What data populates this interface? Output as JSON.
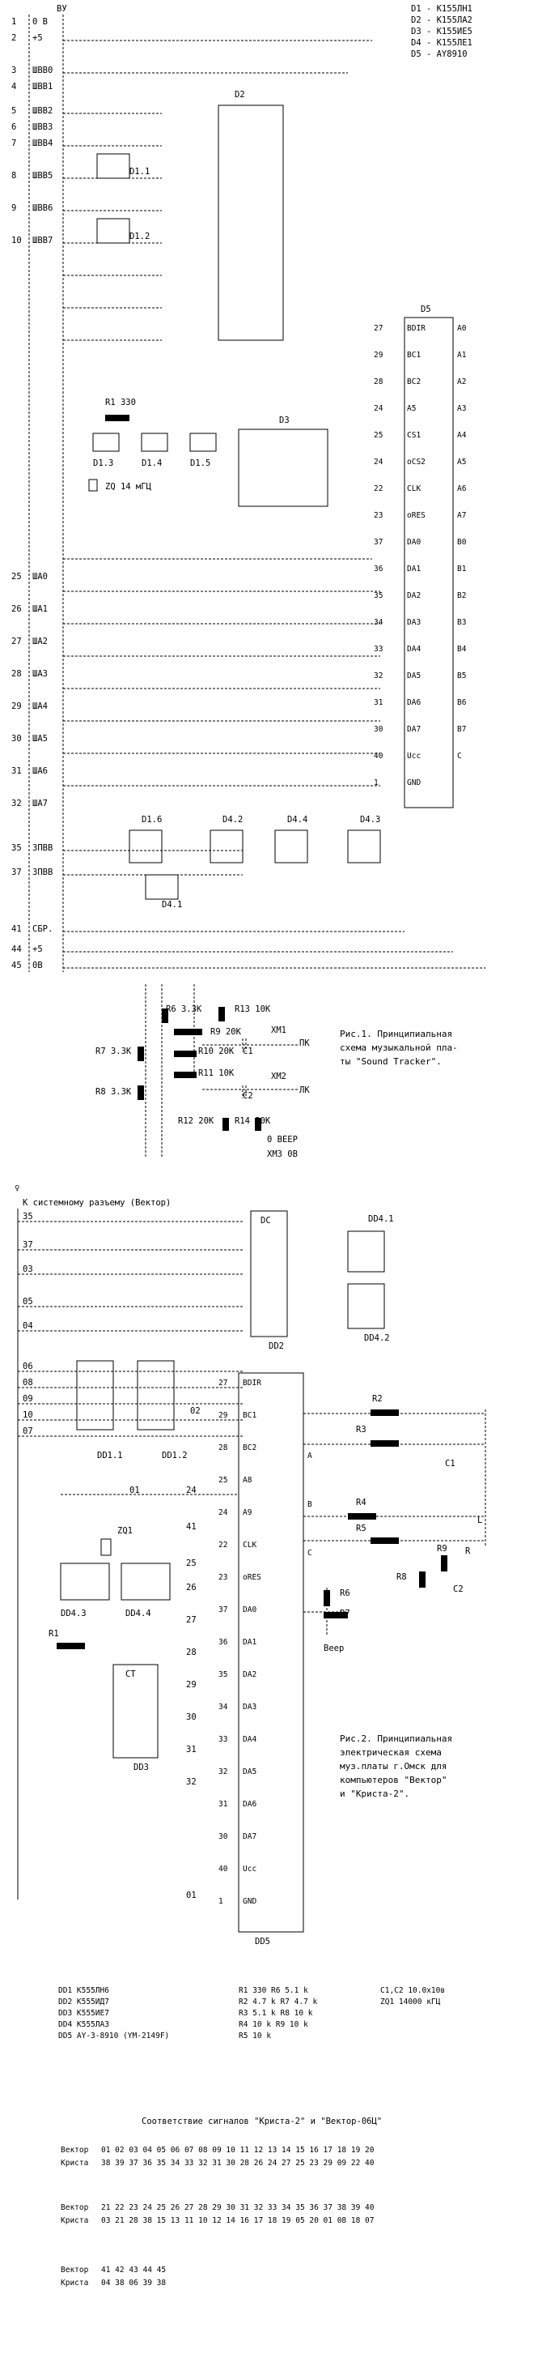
{
  "schematic1": {
    "connector_label": "ВУ",
    "pins": [
      {
        "n": "1",
        "name": "0 В"
      },
      {
        "n": "2",
        "name": "+5"
      },
      {
        "n": "3",
        "name": "ШВВ0"
      },
      {
        "n": "4",
        "name": "ШВВ1"
      },
      {
        "n": "5",
        "name": "ШВВ2"
      },
      {
        "n": "6",
        "name": "ШВВ3"
      },
      {
        "n": "7",
        "name": "ШВВ4"
      },
      {
        "n": "8",
        "name": "ШВВ5"
      },
      {
        "n": "9",
        "name": "ШВВ6"
      },
      {
        "n": "10",
        "name": "ШВВ7"
      },
      {
        "n": "25",
        "name": "ШA0"
      },
      {
        "n": "26",
        "name": "ШA1"
      },
      {
        "n": "27",
        "name": "ШA2"
      },
      {
        "n": "28",
        "name": "ШA3"
      },
      {
        "n": "29",
        "name": "ШA4"
      },
      {
        "n": "30",
        "name": "ШA5"
      },
      {
        "n": "31",
        "name": "ШA6"
      },
      {
        "n": "32",
        "name": "ШA7"
      },
      {
        "n": "35",
        "name": "ЗПВВ"
      },
      {
        "n": "37",
        "name": "ЗПВВ"
      },
      {
        "n": "41",
        "name": "СБР."
      },
      {
        "n": "44",
        "name": "+5"
      },
      {
        "n": "45",
        "name": "0В"
      }
    ],
    "parts": [
      "D1 - К155ЛН1",
      "D2 - К155ЛА2",
      "D3 - К155ИЕ5",
      "D4 - К155ЛЕ1",
      "D5 - AY8910"
    ],
    "d5_left": [
      "BDIR",
      "BC1",
      "BC2",
      "A5",
      "CS1",
      "oCS2",
      "CLK",
      "oRES",
      "DA0",
      "DA1",
      "DA2",
      "DA3",
      "DA4",
      "DA5",
      "DA6",
      "DA7",
      "Ucc",
      "GND"
    ],
    "d5_left_pins": [
      "27",
      "29",
      "28",
      "24",
      "25",
      "24",
      "22",
      "23",
      "37",
      "36",
      "35",
      "34",
      "33",
      "32",
      "31",
      "30",
      "40",
      "1"
    ],
    "d5_right": [
      "A0",
      "A1",
      "A2",
      "A3",
      "A4",
      "A5",
      "A6",
      "A7",
      "B0",
      "B1",
      "B2",
      "B3",
      "B4",
      "B5",
      "B6",
      "B7",
      "C"
    ],
    "labels": {
      "d2": "D2",
      "d3": "D3",
      "d5": "D5",
      "d11": "D1.1",
      "d12": "D1.2",
      "d13": "D1.3",
      "d14": "D1.4",
      "d15": "D1.5",
      "d16": "D1.6",
      "d41": "D4.1",
      "d42": "D4.2",
      "d43": "D4.3",
      "d44": "D4.4",
      "r1": "R1 330",
      "zq": "ZQ 14 мГЦ",
      "r6": "R6 3.3K",
      "r13": "R13 10K",
      "r9": "R9 20K",
      "xm1": "XM1",
      "r7": "R7 3.3K",
      "r10": "R10 20K",
      "c1": "C1",
      "pk": "ПК",
      "r11": "R11 10K",
      "xm2": "XM2",
      "r8": "R8 3.3K",
      "c2": "C2",
      "lk": "ЛК",
      "r12": "R12 20K",
      "r14": "R14 20K",
      "beep": "0 BEEP",
      "xm3": "XM3 0В"
    },
    "caption": [
      "Рис.1. Принципиальная",
      "схема музыкальной пла-",
      "ты \"Sound Tracker\"."
    ]
  },
  "schematic2": {
    "header": "К системному разъему (Вектор)",
    "lines": [
      "35",
      "37",
      "03",
      "05",
      "04",
      "06",
      "08",
      "09",
      "10",
      "07"
    ],
    "labels": {
      "dc": "DC",
      "dd2": "DD2",
      "dd41": "DD4.1",
      "dd42": "DD4.2",
      "dd11": "DD1.1",
      "dd12": "DD1.2",
      "zq1": "ZQ1",
      "dd43": "DD4.3",
      "dd44": "DD4.4",
      "r1": "R1",
      "dd3": "DD3",
      "dd5": "DD5",
      "r2": "R2",
      "r3": "R3",
      "r4": "R4",
      "r5": "R5",
      "r6": "R6",
      "r7": "R7",
      "r8": "R8",
      "r9": "R9",
      "c1": "C1",
      "c2": "C2",
      "beep": "Beep",
      "L": "L",
      "R": "R",
      "ct": "CT",
      "num_01": "01",
      "num_02": "02",
      "num_24": "24",
      "num_41": "41",
      "num_25": "25",
      "num_26": "26",
      "num_27": "27",
      "num_28": "28",
      "num_29": "29",
      "num_30": "30",
      "num_31": "31",
      "num_32": "32",
      "num_01b": "01"
    },
    "dd5_left": [
      "BDIR",
      "BC1",
      "BC2",
      "A8",
      "A9",
      "CLK",
      "oRES",
      "DA0",
      "DA1",
      "DA2",
      "DA3",
      "DA4",
      "DA5",
      "DA6",
      "DA7",
      "Ucc",
      "GND"
    ],
    "dd5_pins": [
      "27",
      "29",
      "28",
      "25",
      "24",
      "22",
      "23",
      "37",
      "36",
      "35",
      "34",
      "33",
      "32",
      "31",
      "30",
      "40",
      "1"
    ],
    "dd5_right": [
      "A",
      "B",
      "C"
    ],
    "caption": [
      "Рис.2. Принципиальная",
      "электрическая схема",
      "муз.платы г.Омск для",
      "компьютеров \"Вектор\"",
      "и \"Криста-2\"."
    ]
  },
  "parts_list": {
    "col1": [
      "DD1 К555ЛН6",
      "DD2 К555ИД7",
      "DD3 К555ИЕ7",
      "DD4 К555ЛА3",
      "DD5 AY-3-8910 (YM-2149F)"
    ],
    "col2": [
      "R1 330    R6 5.1 k",
      "R2 4.7 k  R7 4.7 k",
      "R3 5.1 k  R8 10 k",
      "R4 10 k   R9 10 k",
      "R5 10 k"
    ],
    "col3": [
      "C1,C2 10.0x10в",
      "ZQ1 14000 кГЦ"
    ]
  },
  "table": {
    "title": "Соответствие сигналов \"Криста-2\" и \"Вектор-06Ц\"",
    "rows": [
      {
        "label": "Вектор",
        "values": "01 02 03 04 05 06 07 08 09 10 11 12 13 14 15 16 17 18 19 20"
      },
      {
        "label": "Криста",
        "values": "38 39 37 36 35 34 33 32 31 30 28 26 24 27 25 23 29 09 22 40"
      },
      {
        "label": "Вектор",
        "values": "21 22 23 24 25 26 27 28 29 30 31 32 33 34 35 36 37 38 39 40"
      },
      {
        "label": "Криста",
        "values": "03 21 28 38 15 13 11 10 12 14 16 17 18 19 05 20 01 08 18 07"
      },
      {
        "label": "Вектор",
        "values": "41 42 43 44 45"
      },
      {
        "label": "Криста",
        "values": "04 38 06 39 38"
      }
    ]
  }
}
